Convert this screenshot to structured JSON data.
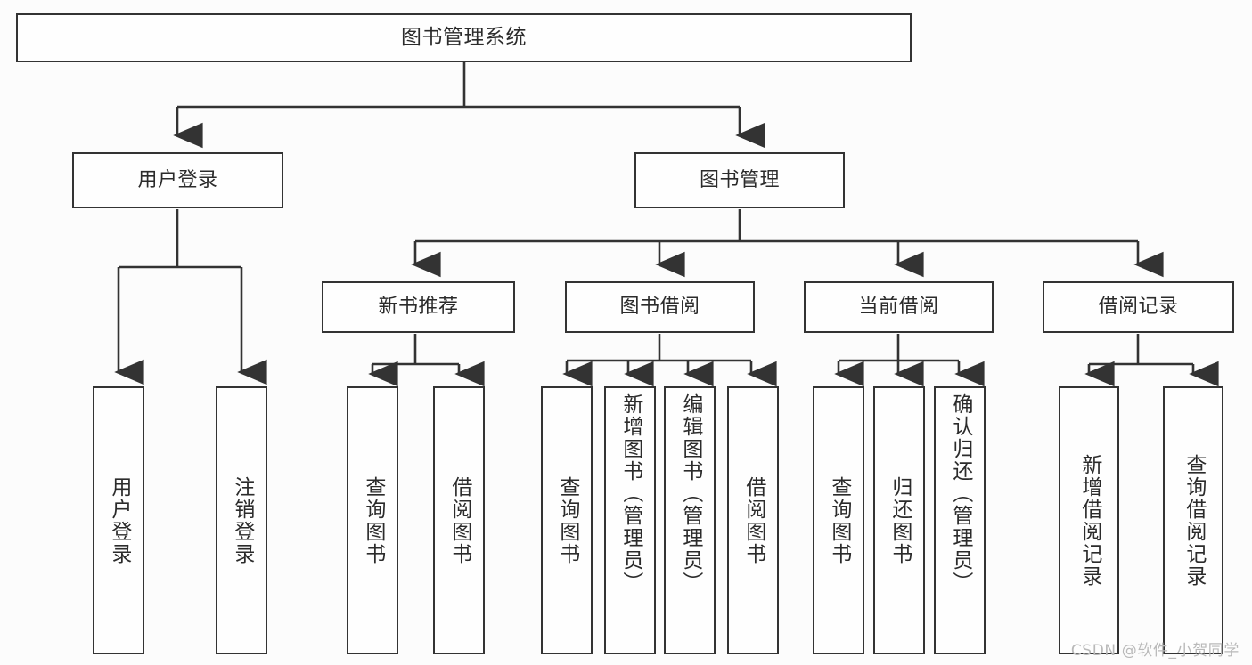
{
  "diagram": {
    "title": "图书管理系统",
    "watermark": "CSDN @软件_小贺同学",
    "line_color": "#333333",
    "box_fill": "#fefefe",
    "text_color": "#2b2b2b",
    "background": "#fcfcfc"
  },
  "nodes": {
    "root": {
      "label": "图书管理系统"
    },
    "level2": [
      {
        "label": "用户登录"
      },
      {
        "label": "图书管理"
      }
    ],
    "level3": [
      {
        "label": "新书推荐"
      },
      {
        "label": "图书借阅"
      },
      {
        "label": "当前借阅"
      },
      {
        "label": "借阅记录"
      }
    ],
    "leaves": {
      "user_login": [
        {
          "label": "用户登录"
        },
        {
          "label": "注销登录"
        }
      ],
      "new_book_recommend": [
        {
          "label": "查询图书"
        },
        {
          "label": "借阅图书"
        }
      ],
      "book_borrow": [
        {
          "label": "查询图书"
        },
        {
          "label": "新增图书（管理员）"
        },
        {
          "label": "编辑图书（管理员）"
        },
        {
          "label": "借阅图书"
        }
      ],
      "current_borrow": [
        {
          "label": "查询图书"
        },
        {
          "label": "归还图书"
        },
        {
          "label": "确认归还（管理员）"
        }
      ],
      "borrow_record": [
        {
          "label": "新增借阅记录"
        },
        {
          "label": "查询借阅记录"
        }
      ]
    }
  }
}
